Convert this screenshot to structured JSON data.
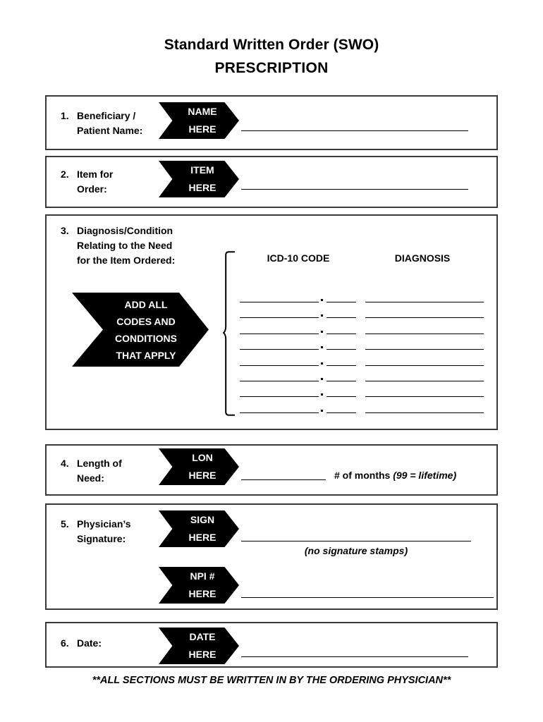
{
  "document": {
    "title_line1": "Standard Written Order (SWO)",
    "title_line2": "PRESCRIPTION",
    "footer_note": "**ALL SECTIONS MUST BE WRITTEN IN BY THE ORDERING PHYSICIAN**"
  },
  "sections": [
    {
      "number": "1.",
      "label": "Beneficiary /\nPatient Name:",
      "tag": {
        "line1": "NAME",
        "line2": "HERE"
      }
    },
    {
      "number": "2.",
      "label": "Item for\nOrder:",
      "tag": {
        "line1": "ITEM",
        "line2": "HERE"
      }
    },
    {
      "number": "3.",
      "label": "Diagnosis/Condition\nRelating to the Need\nfor the Item Ordered:",
      "tag": {
        "line1": "ADD ALL",
        "line2": "CODES AND",
        "line3": "CONDITIONS",
        "line4": "THAT APPLY"
      },
      "columns": {
        "code": "ICD-10 CODE",
        "diagnosis": "DIAGNOSIS"
      },
      "row_count": 8,
      "separator": "."
    },
    {
      "number": "4.",
      "label": "Length of\nNeed:",
      "tag": {
        "line1": "LON",
        "line2": "HERE"
      },
      "unit_bold": "# of months",
      "unit_italic": "(99 = lifetime)"
    },
    {
      "number": "5.",
      "label": "Physician’s\nSignature:",
      "tag": {
        "line1": "SIGN",
        "line2": "HERE"
      },
      "tag2": {
        "line1": "NPI #",
        "line2": "HERE"
      },
      "caption": "(no signature stamps)"
    },
    {
      "number": "6.",
      "label": "Date:",
      "tag": {
        "line1": "DATE",
        "line2": "HERE"
      }
    }
  ],
  "colors": {
    "tag_fill": "#000000",
    "tag_text": "#ffffff",
    "box_border": "#3a3a3a",
    "rule": "#000000",
    "page_background": "#ffffff"
  }
}
